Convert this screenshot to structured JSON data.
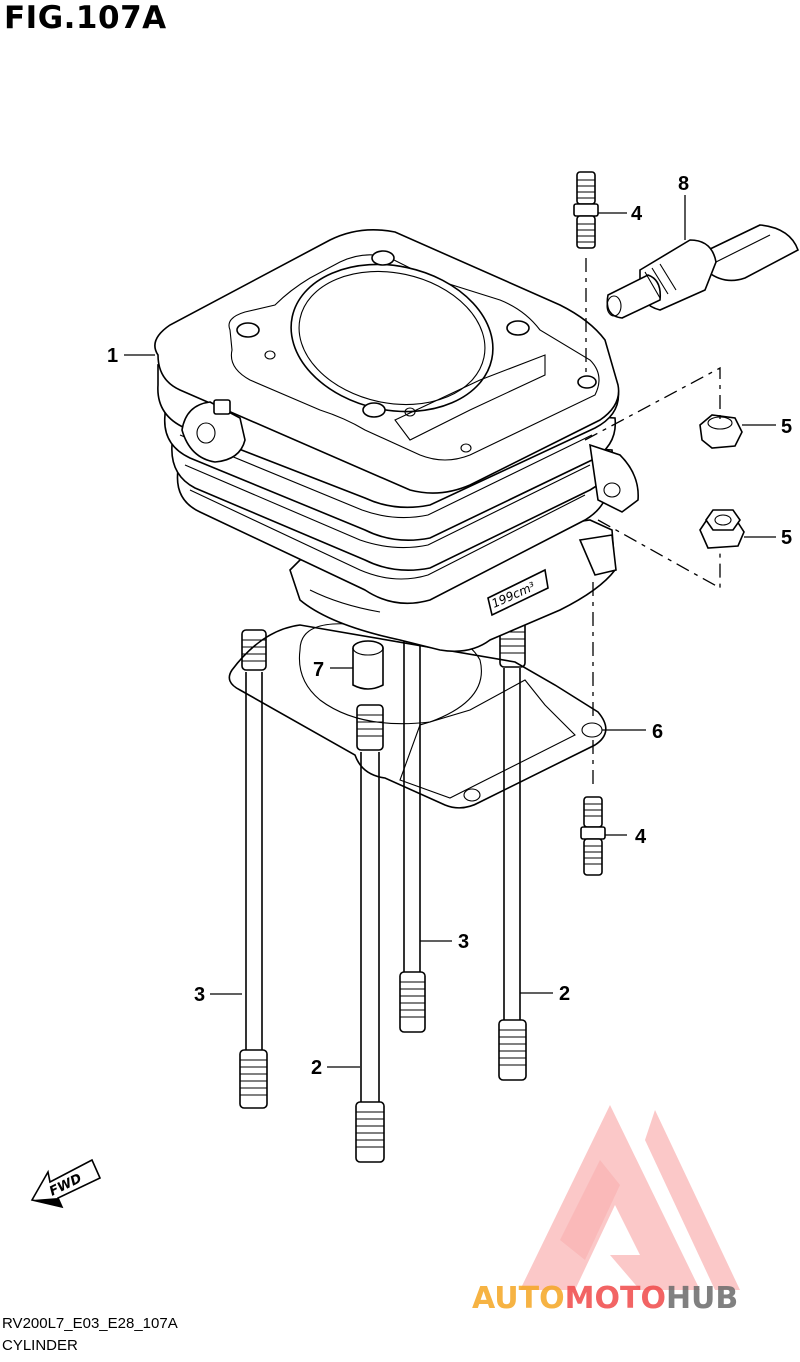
{
  "figure": {
    "title": "FIG.107A",
    "code": "RV200L7_E03_E28_107A",
    "name": "CYLINDER"
  },
  "callouts": {
    "c1": "1",
    "c2a": "2",
    "c2b": "2",
    "c3a": "3",
    "c3b": "3",
    "c4a": "4",
    "c4b": "4",
    "c5a": "5",
    "c5b": "5",
    "c6": "6",
    "c7": "7",
    "c8": "8"
  },
  "engraving": "199cm³",
  "fwd_label": "FWD",
  "watermark": {
    "auto": "AUTO",
    "moto": "MOTO",
    "hub": "HUB",
    "colors": {
      "triangle": "#f04a4a",
      "auto": "#f5a623",
      "moto": "#f04a4a",
      "hub": "#6b6b6b"
    }
  }
}
